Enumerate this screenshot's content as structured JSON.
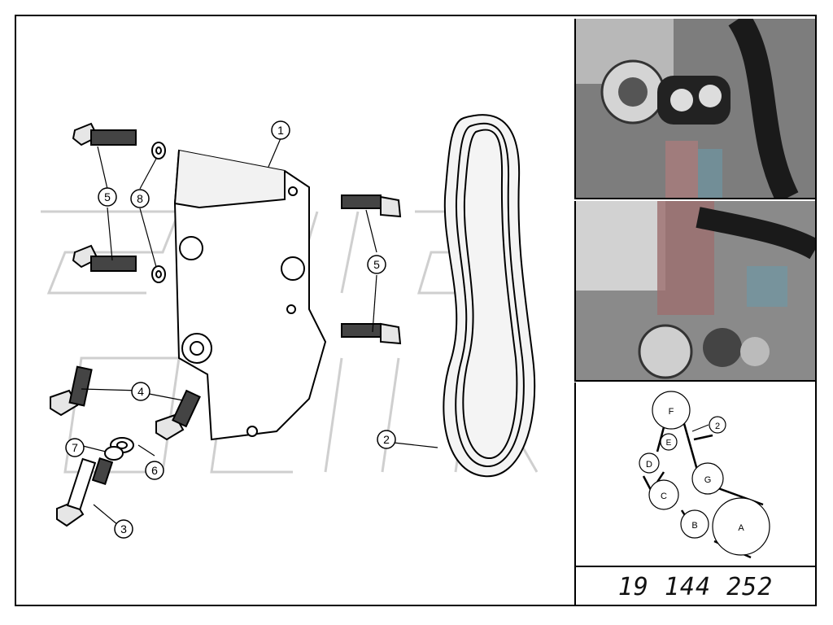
{
  "diagram": {
    "callouts": [
      {
        "id": "c1",
        "label": "1"
      },
      {
        "id": "c2",
        "label": "2"
      },
      {
        "id": "c3",
        "label": "3"
      },
      {
        "id": "c4",
        "label": "4"
      },
      {
        "id": "c5a",
        "label": "5"
      },
      {
        "id": "c5b",
        "label": "5"
      },
      {
        "id": "c6",
        "label": "6"
      },
      {
        "id": "c7",
        "label": "7"
      },
      {
        "id": "c8",
        "label": "8"
      }
    ],
    "watermark": "SWISS SUPERSTORE"
  },
  "belt_routing": {
    "pulleys": [
      {
        "label": "A"
      },
      {
        "label": "B"
      },
      {
        "label": "C"
      },
      {
        "label": "D"
      },
      {
        "label": "E"
      },
      {
        "label": "F"
      },
      {
        "label": "G"
      }
    ],
    "callout": "2"
  },
  "part_number": "19 144 252",
  "colors": {
    "line": "#000000",
    "shade": "#e6e6e6",
    "photo": "#9a9a9a"
  }
}
